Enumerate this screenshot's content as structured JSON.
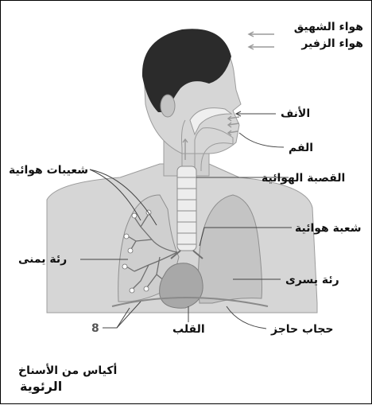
{
  "legend": {
    "inhale": "هواء الشهيق",
    "exhale": "هواء الزفير"
  },
  "labels": {
    "nose": "الأنف",
    "mouth": "الفم",
    "trachea": "القصبة الهوائية",
    "bronchioles": "شعيبات هوائية",
    "bronchus": "شعبة هوائية",
    "right_lung": "رئة يمنى",
    "left_lung": "رئة يسرى",
    "heart": "القلب",
    "diaphragm": "حجاب حاجز",
    "number_8": "8",
    "alveoli_line1": "أكياس من الأسناخ",
    "alveoli_line2": "الرئوية"
  },
  "colors": {
    "skin": "#d4d4d4",
    "hair": "#2b2b2b",
    "lung": "#c9c9c9",
    "heart": "#a8a8a8",
    "airway": "#f2f2f2",
    "arrow": "#9a9a9a"
  },
  "icons": [
    "inhale-arrow-icon",
    "exhale-arrow-icon"
  ]
}
